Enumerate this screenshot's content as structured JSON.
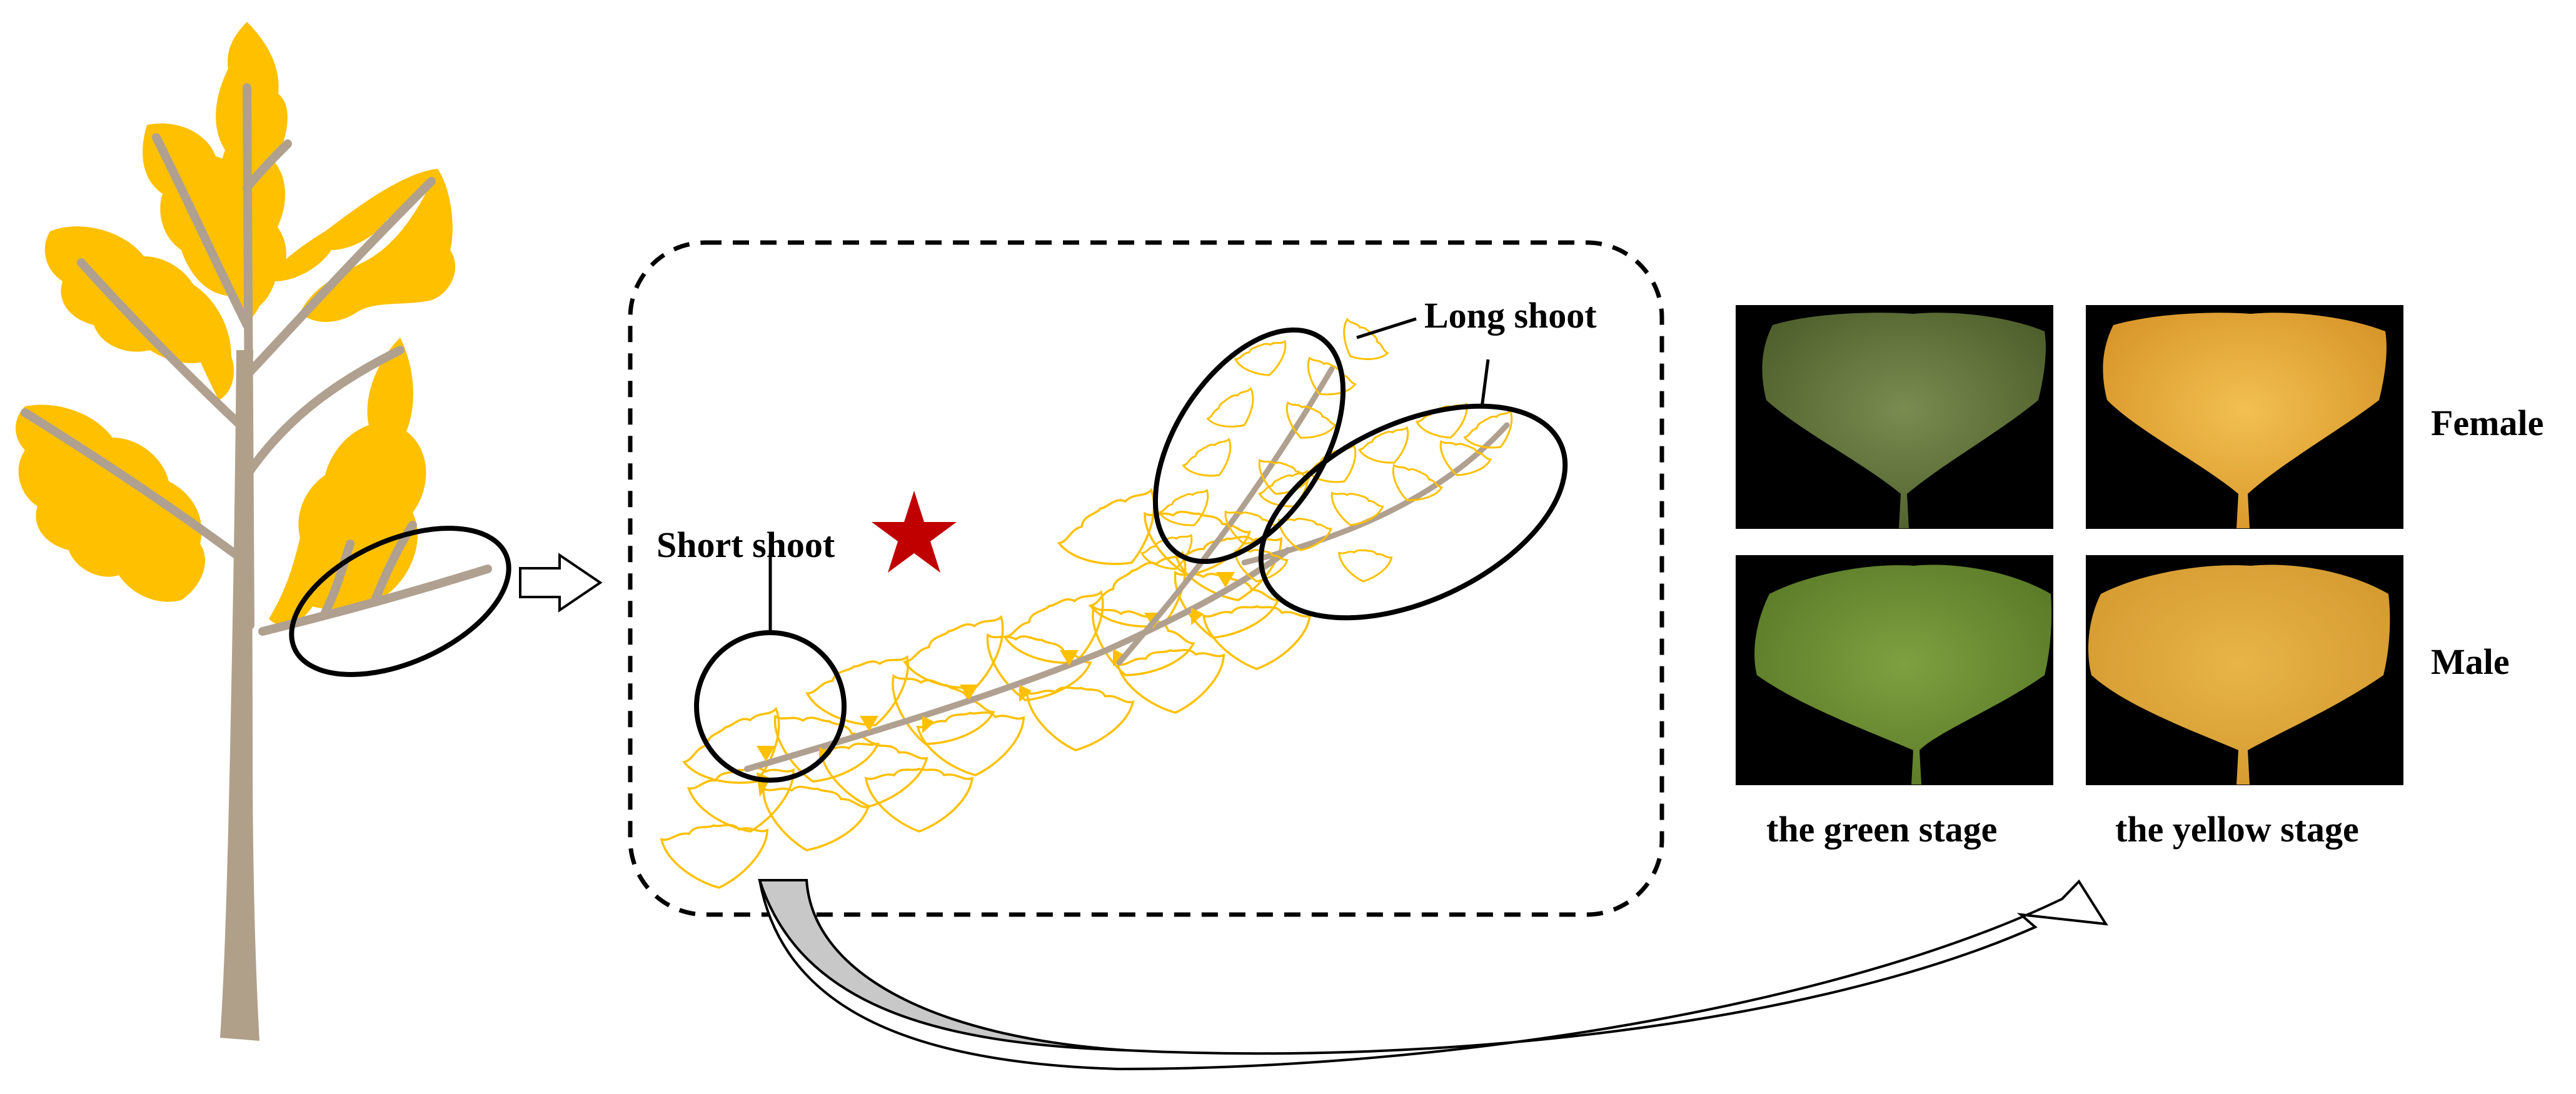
{
  "labels": {
    "short_shoot": "Short shoot",
    "long_shoot": "Long shoot",
    "female": "Female",
    "male": "Male",
    "green_stage": "the green stage",
    "yellow_stage": "the yellow stage"
  },
  "colors": {
    "leaf_yellow": "#ffc000",
    "branch_gray": "#b0a090",
    "trunk": "#b0a08a",
    "star_red": "#c00000",
    "photo_background": "#000000",
    "green_leaf": "#5b6e34",
    "yellow_leaf": "#e4a52c"
  },
  "icons": {
    "tree": "ginkgo-tree-illustration",
    "star": "star-icon",
    "arrow": "hollow-arrow-icon",
    "curved_arrow": "curved-arrow-icon"
  }
}
